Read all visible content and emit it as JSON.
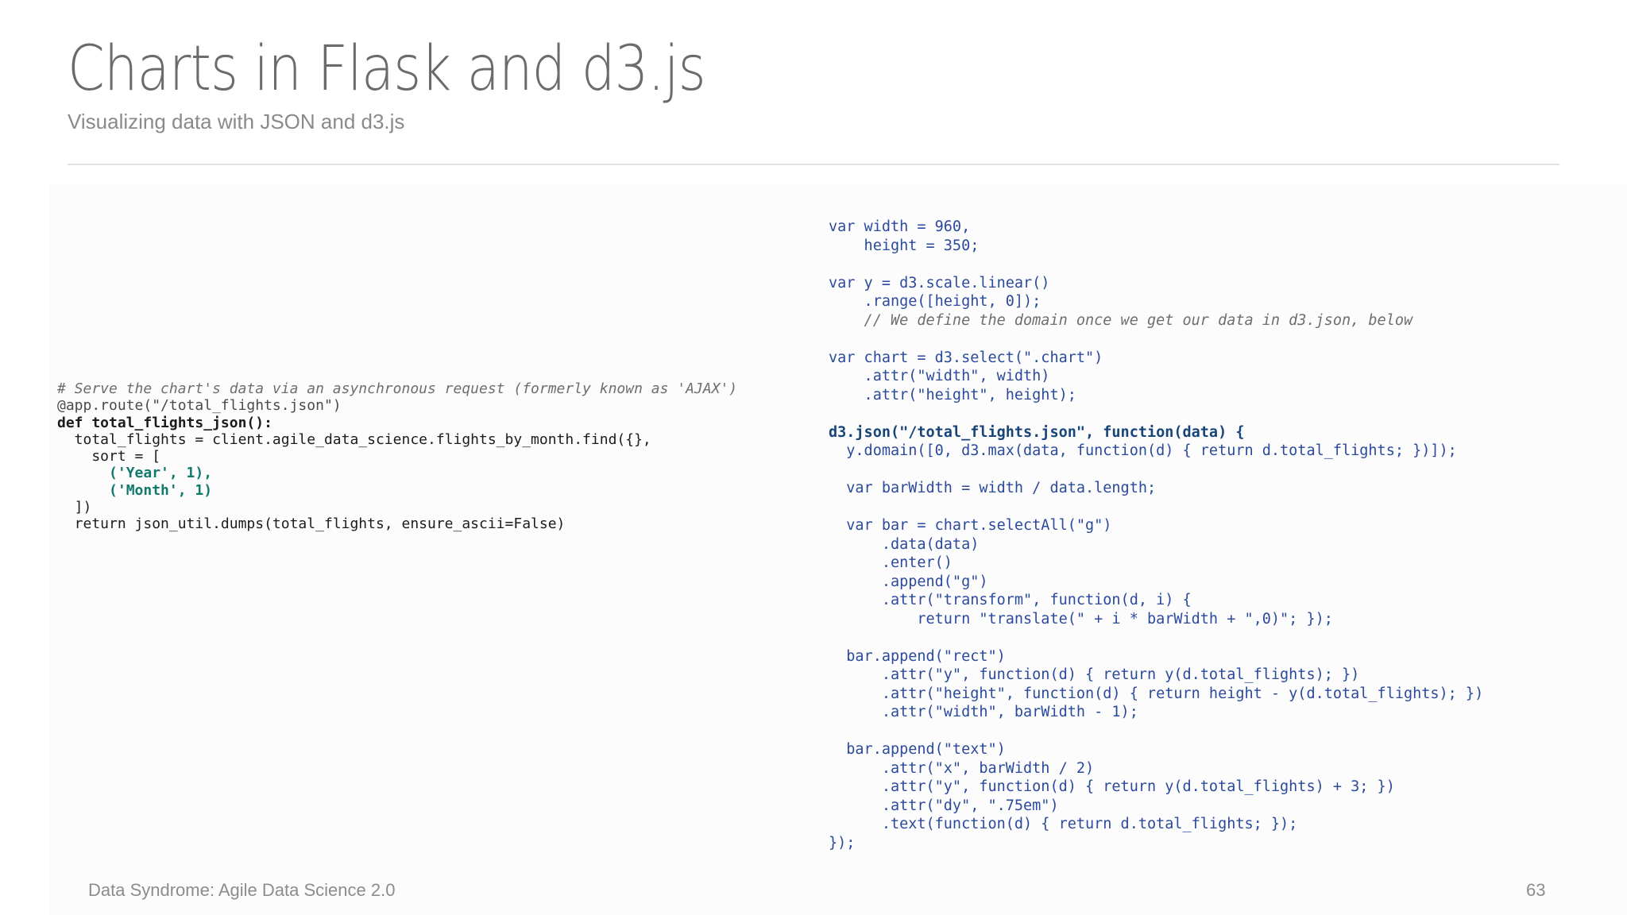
{
  "slide": {
    "title": "Charts in Flask and d3.js",
    "subtitle": "Visualizing data with JSON and d3.js",
    "footer_text": "Data Syndrome: Agile Data Science 2.0",
    "page_number": "63"
  },
  "python_code": [
    "# Serve the chart's data via an asynchronous request (formerly known as 'AJAX')",
    "@app.route(\"/total_flights.json\")",
    "def total_flights_json():",
    "  total_flights = client.agile_data_science.flights_by_month.find({},",
    "    sort = [",
    "      ('Year', 1),",
    "      ('Month', 1)",
    "  ])",
    "  return json_util.dumps(total_flights, ensure_ascii=False)"
  ],
  "js_code": [
    "var width = 960,",
    "    height = 350;",
    "",
    "var y = d3.scale.linear()",
    "    .range([height, 0]);",
    "    // We define the domain once we get our data in d3.json, below",
    "",
    "var chart = d3.select(\".chart\")",
    "    .attr(\"width\", width)",
    "    .attr(\"height\", height);",
    "",
    "d3.json(\"/total_flights.json\", function(data) {",
    "  y.domain([0, d3.max(data, function(d) { return d.total_flights; })]);",
    "",
    "  var barWidth = width / data.length;",
    "",
    "  var bar = chart.selectAll(\"g\")",
    "      .data(data)",
    "      .enter()",
    "      .append(\"g\")",
    "      .attr(\"transform\", function(d, i) {",
    "          return \"translate(\" + i * barWidth + \",0)\"; });",
    "",
    "  bar.append(\"rect\")",
    "      .attr(\"y\", function(d) { return y(d.total_flights); })",
    "      .attr(\"height\", function(d) { return height - y(d.total_flights); })",
    "      .attr(\"width\", barWidth - 1);",
    "",
    "  bar.append(\"text\")",
    "      .attr(\"x\", barWidth / 2)",
    "      .attr(\"y\", function(d) { return y(d.total_flights) + 3; })",
    "      .attr(\"dy\", \".75em\")",
    "      .text(function(d) { return d.total_flights; });",
    "});"
  ]
}
